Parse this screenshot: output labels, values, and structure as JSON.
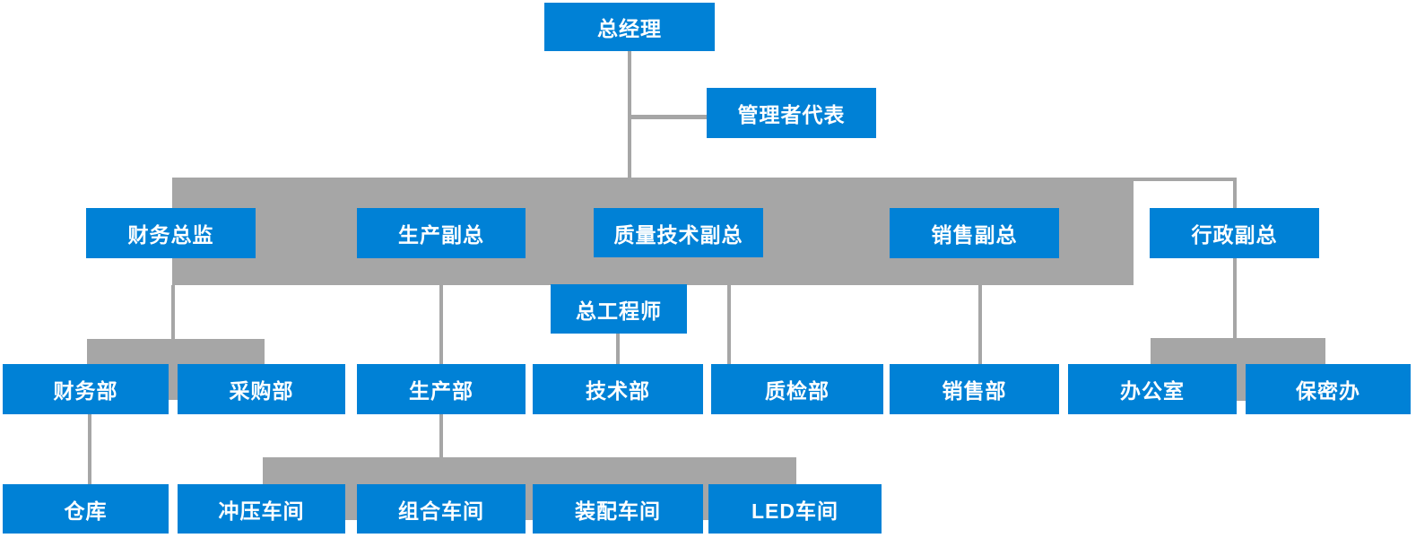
{
  "diagram_type": "org-chart",
  "colors": {
    "node_fill": "#0081d6",
    "node_text": "#ffffff",
    "connector": "#a6a6a6",
    "background": "#ffffff"
  },
  "nodes": {
    "general_manager": {
      "label": "总经理"
    },
    "management_rep": {
      "label": "管理者代表"
    },
    "finance_director": {
      "label": "财务总监"
    },
    "production_vp": {
      "label": "生产副总"
    },
    "quality_tech_vp": {
      "label": "质量技术副总"
    },
    "sales_vp": {
      "label": "销售副总"
    },
    "admin_vp": {
      "label": "行政副总"
    },
    "chief_engineer": {
      "label": "总工程师"
    },
    "finance_dept": {
      "label": "财务部"
    },
    "purchasing_dept": {
      "label": "采购部"
    },
    "production_dept": {
      "label": "生产部"
    },
    "technology_dept": {
      "label": "技术部"
    },
    "quality_dept": {
      "label": "质检部"
    },
    "sales_dept": {
      "label": "销售部"
    },
    "office": {
      "label": "办公室"
    },
    "secrecy_office": {
      "label": "保密办"
    },
    "warehouse": {
      "label": "仓库"
    },
    "stamping_workshop": {
      "label": "冲压车间"
    },
    "combination_workshop": {
      "label": "组合车间"
    },
    "assembly_workshop": {
      "label": "装配车间"
    },
    "led_workshop": {
      "label": "LED车间"
    }
  },
  "edges": [
    {
      "from": "general_manager",
      "to": "management_rep"
    },
    {
      "from": "general_manager",
      "to": "finance_director"
    },
    {
      "from": "general_manager",
      "to": "production_vp"
    },
    {
      "from": "general_manager",
      "to": "quality_tech_vp"
    },
    {
      "from": "general_manager",
      "to": "chief_engineer"
    },
    {
      "from": "general_manager",
      "to": "sales_vp"
    },
    {
      "from": "general_manager",
      "to": "admin_vp"
    },
    {
      "from": "finance_director",
      "to": "finance_dept"
    },
    {
      "from": "finance_director",
      "to": "purchasing_dept"
    },
    {
      "from": "production_vp",
      "to": "production_dept"
    },
    {
      "from": "chief_engineer",
      "to": "technology_dept"
    },
    {
      "from": "quality_tech_vp",
      "to": "quality_dept"
    },
    {
      "from": "sales_vp",
      "to": "sales_dept"
    },
    {
      "from": "admin_vp",
      "to": "office"
    },
    {
      "from": "admin_vp",
      "to": "secrecy_office"
    },
    {
      "from": "finance_dept",
      "to": "warehouse"
    },
    {
      "from": "production_dept",
      "to": "stamping_workshop"
    },
    {
      "from": "production_dept",
      "to": "combination_workshop"
    },
    {
      "from": "production_dept",
      "to": "assembly_workshop"
    },
    {
      "from": "production_dept",
      "to": "led_workshop"
    }
  ]
}
